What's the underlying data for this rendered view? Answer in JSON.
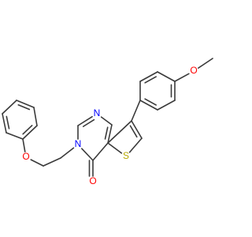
{
  "molecule": {
    "colors": {
      "bond": "#3a3a3a",
      "oxygen": "#ff0000",
      "nitrogen": "#0000ff",
      "sulfur": "#b5a800"
    },
    "atoms": [
      {
        "id": "c-me",
        "element": "C",
        "label": ""
      },
      {
        "id": "o-ome",
        "element": "O",
        "label": "O"
      },
      {
        "id": "ar-c1",
        "element": "C",
        "label": ""
      },
      {
        "id": "ar-c2",
        "element": "C",
        "label": ""
      },
      {
        "id": "ar-c3",
        "element": "C",
        "label": ""
      },
      {
        "id": "ar-c4",
        "element": "C",
        "label": ""
      },
      {
        "id": "ar-c5",
        "element": "C",
        "label": ""
      },
      {
        "id": "ar-c6",
        "element": "C",
        "label": ""
      },
      {
        "id": "c7",
        "element": "C",
        "label": ""
      },
      {
        "id": "c6",
        "element": "C",
        "label": ""
      },
      {
        "id": "s5",
        "element": "S",
        "label": "S"
      },
      {
        "id": "c7a",
        "element": "C",
        "label": ""
      },
      {
        "id": "c4a",
        "element": "C",
        "label": ""
      },
      {
        "id": "n1",
        "element": "N",
        "label": "N"
      },
      {
        "id": "c2",
        "element": "C",
        "label": ""
      },
      {
        "id": "n3",
        "element": "N",
        "label": "N"
      },
      {
        "id": "c4",
        "element": "C",
        "label": ""
      },
      {
        "id": "o4",
        "element": "O",
        "label": "O"
      },
      {
        "id": "ch2-a",
        "element": "C",
        "label": ""
      },
      {
        "id": "ch2-b",
        "element": "C",
        "label": ""
      },
      {
        "id": "o-eth",
        "element": "O",
        "label": "O"
      },
      {
        "id": "ph-c1",
        "element": "C",
        "label": ""
      },
      {
        "id": "ph-c2",
        "element": "C",
        "label": ""
      },
      {
        "id": "ph-c3",
        "element": "C",
        "label": ""
      },
      {
        "id": "ph-c4",
        "element": "C",
        "label": ""
      },
      {
        "id": "ph-c5",
        "element": "C",
        "label": ""
      },
      {
        "id": "ph-c6",
        "element": "C",
        "label": ""
      }
    ],
    "bonds": [
      {
        "a": "c-me",
        "b": "o-ome",
        "order": 1
      },
      {
        "a": "o-ome",
        "b": "ar-c1",
        "order": 1
      },
      {
        "a": "ar-c1",
        "b": "ar-c2",
        "order": 2
      },
      {
        "a": "ar-c2",
        "b": "ar-c3",
        "order": 1
      },
      {
        "a": "ar-c3",
        "b": "ar-c4",
        "order": 2
      },
      {
        "a": "ar-c4",
        "b": "ar-c5",
        "order": 1
      },
      {
        "a": "ar-c5",
        "b": "ar-c6",
        "order": 2
      },
      {
        "a": "ar-c6",
        "b": "ar-c1",
        "order": 1
      },
      {
        "a": "ar-c4",
        "b": "c7",
        "order": 1
      },
      {
        "a": "c7",
        "b": "c6",
        "order": 2
      },
      {
        "a": "c6",
        "b": "s5",
        "order": 1
      },
      {
        "a": "s5",
        "b": "c7a",
        "order": 1
      },
      {
        "a": "c7a",
        "b": "c7",
        "order": 1
      },
      {
        "a": "c7a",
        "b": "c4a",
        "order": 2
      },
      {
        "a": "c4a",
        "b": "n1",
        "order": 1
      },
      {
        "a": "n1",
        "b": "c2",
        "order": 2
      },
      {
        "a": "c2",
        "b": "n3",
        "order": 1
      },
      {
        "a": "n3",
        "b": "c4",
        "order": 1
      },
      {
        "a": "c4",
        "b": "c7a",
        "order": 1
      },
      {
        "a": "c4",
        "b": "o4",
        "order": 2
      },
      {
        "a": "n3",
        "b": "ch2-a",
        "order": 1
      },
      {
        "a": "ch2-a",
        "b": "ch2-b",
        "order": 1
      },
      {
        "a": "ch2-b",
        "b": "o-eth",
        "order": 1
      },
      {
        "a": "o-eth",
        "b": "ph-c1",
        "order": 1
      },
      {
        "a": "ph-c1",
        "b": "ph-c2",
        "order": 2
      },
      {
        "a": "ph-c2",
        "b": "ph-c3",
        "order": 1
      },
      {
        "a": "ph-c3",
        "b": "ph-c4",
        "order": 2
      },
      {
        "a": "ph-c4",
        "b": "ph-c5",
        "order": 1
      },
      {
        "a": "ph-c5",
        "b": "ph-c6",
        "order": 2
      },
      {
        "a": "ph-c6",
        "b": "ph-c1",
        "order": 1
      }
    ]
  }
}
